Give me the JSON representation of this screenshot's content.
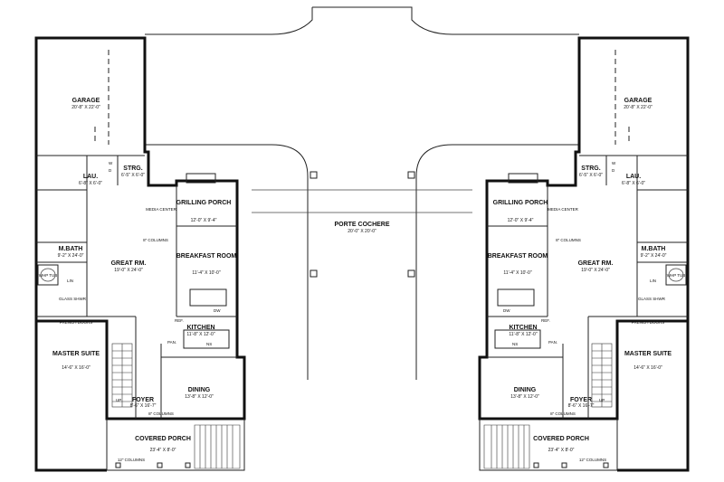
{
  "center": {
    "porte_cochere": {
      "name": "PORTE COCHERE",
      "dim": "20'-0\" X 20'-0\""
    }
  },
  "unit": {
    "garage": {
      "name": "GARAGE",
      "dim": "20'-8\" X 22'-0\""
    },
    "lau": {
      "name": "LAU.",
      "dim": "6'-8\" X 6'-0\""
    },
    "strg": {
      "name": "STRG.",
      "dim": "6'-5\" X 6'-0\""
    },
    "grilling_porch": {
      "name": "GRILLING PORCH",
      "dim": "12'-0\" X 9'-4\""
    },
    "media_center": "MEDIA CENTER",
    "columns_8": "8\" COLUMNS",
    "great_rm": {
      "name": "GREAT RM.",
      "dim": "19'-0\" X 24'-0\""
    },
    "breakfast_room": {
      "name": "BREAKFAST ROOM",
      "dim": "11'-4\" X 10'-0\""
    },
    "m_bath": {
      "name": "M.BATH",
      "dim": "9'-2\" X 24'-0\""
    },
    "whp_tub": "WHP TUB",
    "lin": "LIN",
    "glass_shwr": "GLASS SHWR",
    "french_doors": "FRENCH DOORS",
    "dw": "DW",
    "ref": "REF.",
    "kitchen": {
      "name": "KITCHEN",
      "dim": "11'-8\" X 12'-0\""
    },
    "pan": "PAN.",
    "ns": "NS",
    "master_suite": {
      "name": "MASTER SUITE",
      "dim": "14'-6\" X 16'-0\""
    },
    "dining": {
      "name": "DINING",
      "dim": "13'-8\" X 12'-0\""
    },
    "foyer": {
      "name": "FOYER",
      "dim": "8'-6\" X 16'-7\""
    },
    "up": "UP",
    "covered_porch": {
      "name": "COVERED PORCH",
      "dim": "23'-4\" X 8'-0\""
    },
    "columns_12": "12\" COLUMNS",
    "w": "W",
    "d": "D"
  }
}
